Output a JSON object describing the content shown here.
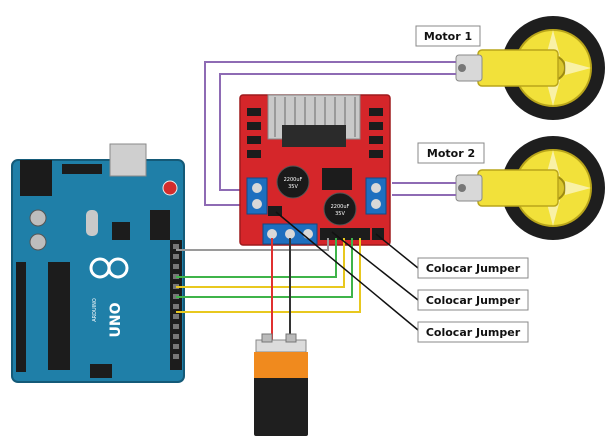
{
  "labels": {
    "motor1": "Motor 1",
    "motor2": "Motor 2",
    "jumper1": "Colocar Jumper",
    "jumper2": "Colocar Jumper",
    "jumper3": "Colocar Jumper"
  },
  "board": {
    "brand": "UNO",
    "brand_small": "ARDUINO",
    "cap_left": "2200uF\n35V",
    "cap_right": "2200uF\n35V"
  },
  "colors": {
    "arduino": "#1f7fa8",
    "driver": "#d5262a",
    "motor": "#f2e13a",
    "wheel": "#1e1e1e",
    "wire_purple": "#8e6bb4",
    "wire_gray": "#9a9a9a",
    "wire_green": "#3fb44a",
    "wire_yellow": "#e8c81f",
    "wire_red": "#e03030",
    "wire_black": "#333333"
  }
}
